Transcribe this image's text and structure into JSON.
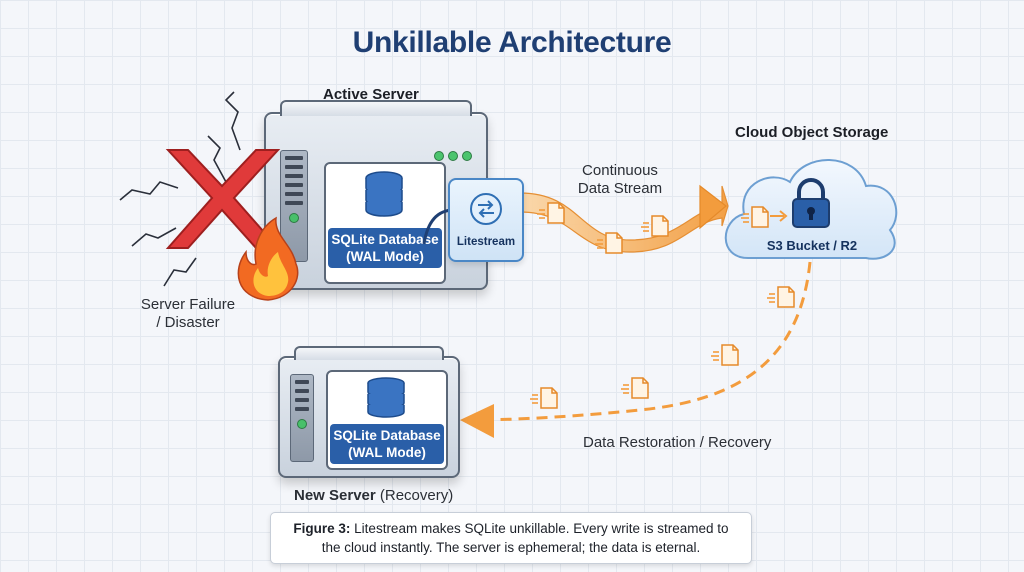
{
  "title": "Unkillable Architecture",
  "active_server": {
    "label": "Active Server",
    "db_line1": "SQLite Database",
    "db_line2": "(WAL Mode)"
  },
  "litestream": {
    "label": "Litestream"
  },
  "stream": {
    "line1": "Continuous",
    "line2": "Data Stream"
  },
  "cloud": {
    "heading": "Cloud Object Storage",
    "bucket": "S3 Bucket / R2"
  },
  "failure": {
    "line1": "Server Failure",
    "line2": "/ Disaster"
  },
  "restore": {
    "label": "Data Restoration / Recovery"
  },
  "new_server": {
    "label_bold": "New Server",
    "label_rest": " (Recovery)",
    "db_line1": "SQLite Database",
    "db_line2": "(WAL Mode)"
  },
  "caption": {
    "bold": "Figure 3:",
    "line1": " Litestream makes SQLite unkillable. Every write is streamed to",
    "line2": "the cloud instantly. The server is ephemeral; the data is eternal."
  },
  "colors": {
    "title": "#1f3f73",
    "db_badge": "#2a5fa8",
    "stream_orange": "#f39c3d",
    "failure_red": "#d93636",
    "litestream_blue": "#4a87c6"
  }
}
